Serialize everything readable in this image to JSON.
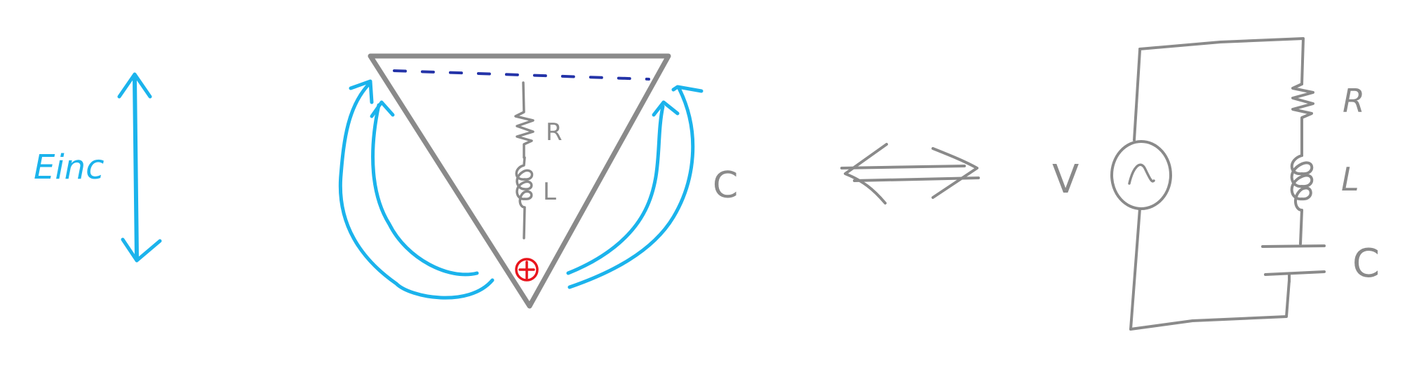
{
  "colors": {
    "field": "#1bb3ec",
    "structure": "#8a8a8a",
    "charge_negative": "#2433a8",
    "charge_positive": "#e8141c"
  },
  "field": {
    "label": "Einc"
  },
  "antenna": {
    "resistor_label": "R",
    "inductor_label": "L",
    "capacitance_label": "C"
  },
  "equivalence": {
    "symbol": "⟺"
  },
  "circuit": {
    "source_label": "V",
    "resistor_label": "R",
    "inductor_label": "L",
    "capacitor_label": "C"
  }
}
